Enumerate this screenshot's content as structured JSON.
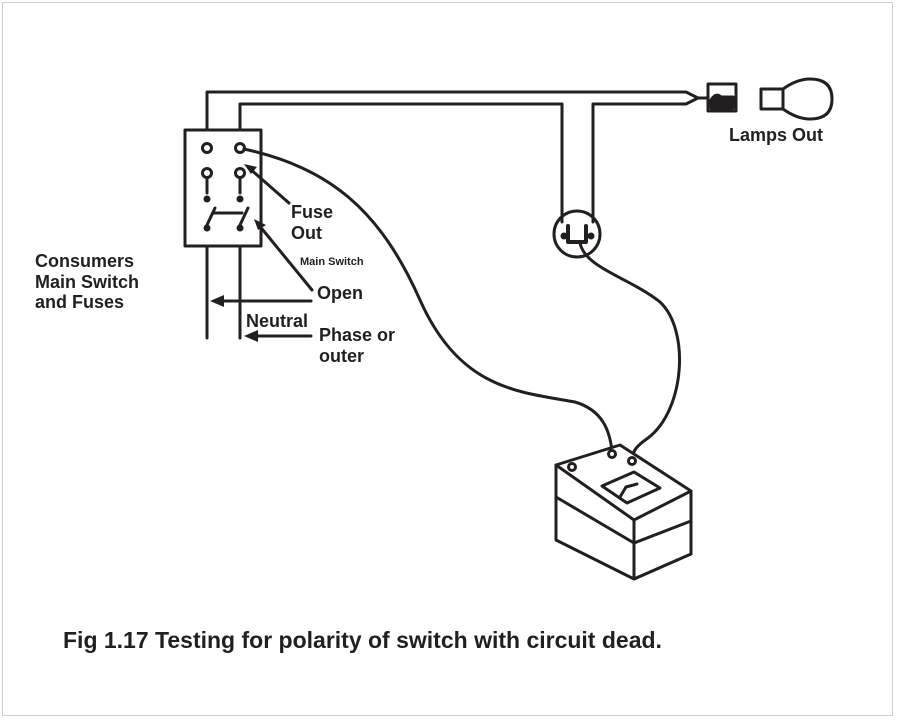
{
  "labels": {
    "lamps_out": "Lamps Out",
    "fuse_out": "Fuse\nOut",
    "main_switch": "Main Switch",
    "open": "Open",
    "consumers": "Consumers\nMain Switch\nand Fuses",
    "neutral": "Neutral",
    "phase": "Phase or\nouter"
  },
  "caption": "Fig 1.17 Testing for polarity of switch with circuit dead.",
  "colors": {
    "ink": "#231f20",
    "background": "#ffffff",
    "frame": "#cfcfcf"
  },
  "icons": [
    "switch-fuse-box-icon",
    "lamp-holder-icon",
    "lamp-bulb-icon",
    "ceiling-rose-icon",
    "tester-meter-icon"
  ]
}
